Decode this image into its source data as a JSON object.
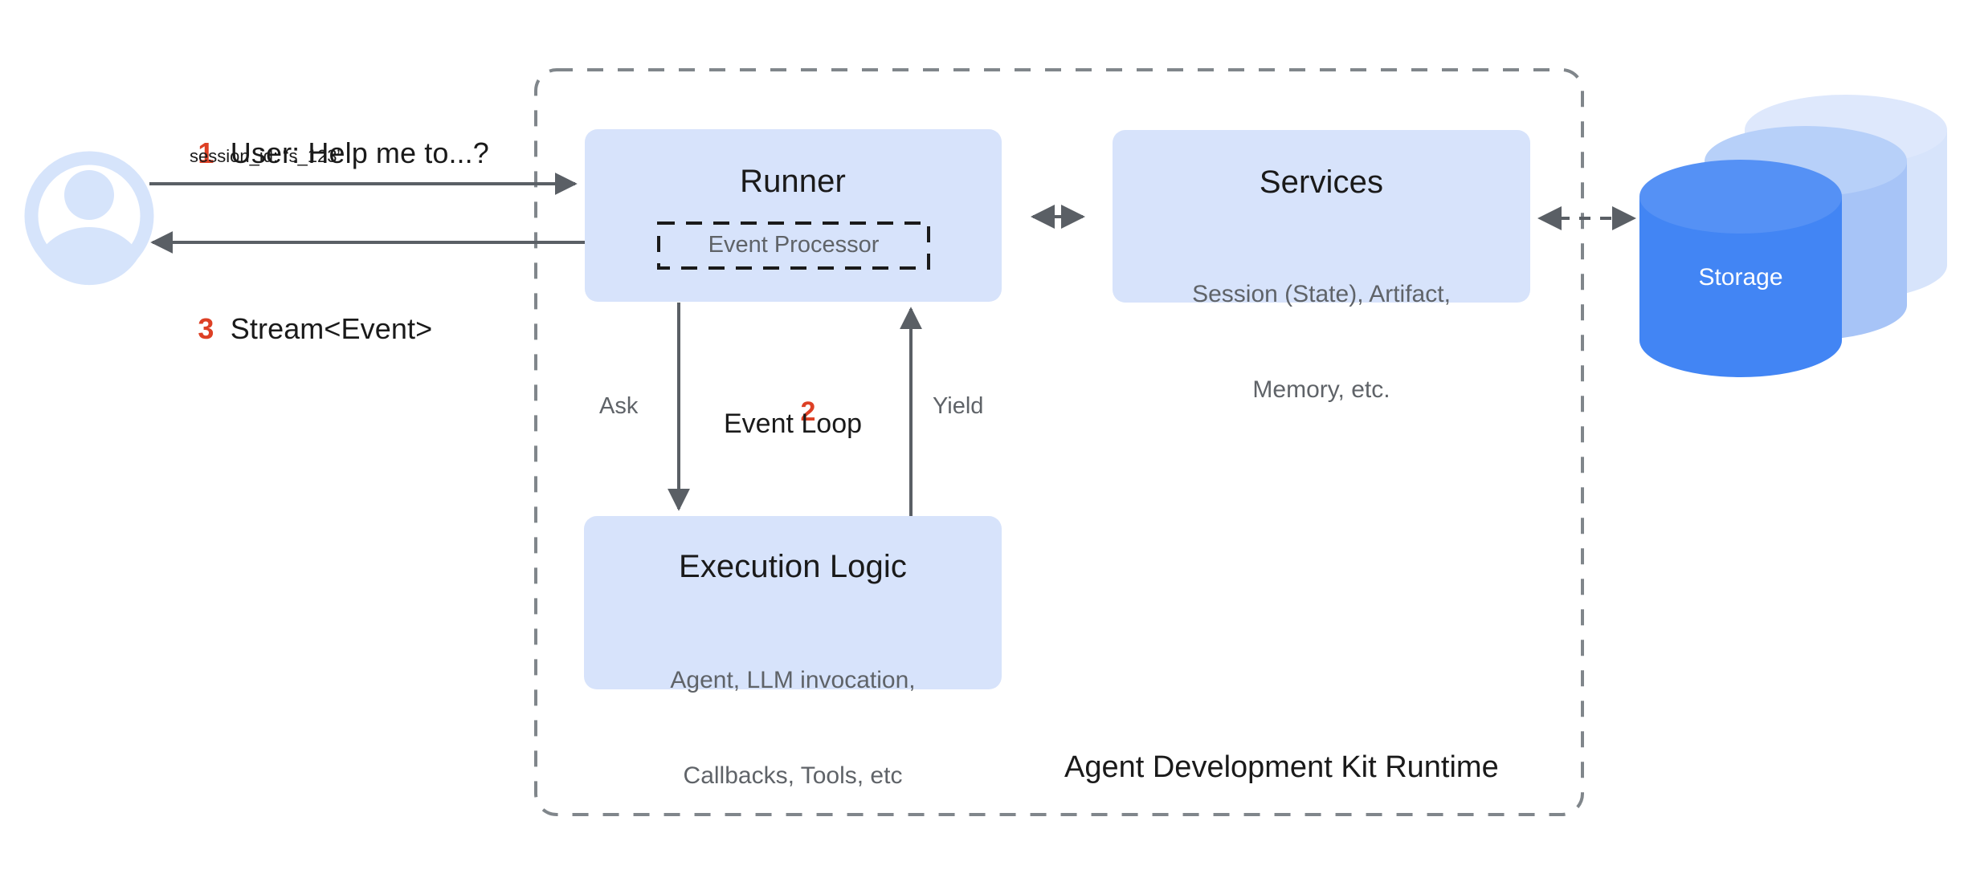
{
  "diagram": {
    "title": "Agent Development Kit Runtime",
    "colors": {
      "box_fill": "#d7e3fb",
      "accent_red": "#dd4025",
      "storage_front": "#4285f4",
      "storage_mid": "#a7c4f7",
      "storage_back": "#d7e4fb",
      "line_gray": "#5f6368",
      "boundary_dash": "#80868b",
      "text_primary": "#1a1a1a",
      "text_secondary": "#5f6368",
      "avatar_blue": "#d6e4fb"
    }
  },
  "actor": {
    "icon": "user-avatar-icon"
  },
  "messages": {
    "request": {
      "step": "1",
      "text": "User: Help me to...?",
      "meta": "session_id: “s_123”"
    },
    "response": {
      "step": "3",
      "text": "Stream<Event>"
    }
  },
  "runtime": {
    "label": "Agent Development Kit Runtime",
    "boundary_style": "dashed"
  },
  "nodes": {
    "runner": {
      "title": "Runner",
      "inner": {
        "label": "Event Processor",
        "border": "dashed"
      }
    },
    "execution_logic": {
      "title": "Execution Logic",
      "subtitle_line1": "Agent, LLM invocation,",
      "subtitle_line2": "Callbacks, Tools, etc"
    },
    "services": {
      "title": "Services",
      "subtitle_line1": "Session (State), Artifact,",
      "subtitle_line2": "Memory, etc."
    },
    "storage": {
      "title": "Storage",
      "shape": "cylinder-stack"
    }
  },
  "edges": {
    "ask": {
      "label": "Ask",
      "direction": "runner-to-execution-logic",
      "style": "solid"
    },
    "yield": {
      "label": "Yield",
      "direction": "execution-logic-to-runner",
      "style": "solid"
    },
    "event_loop": {
      "step": "2",
      "label": "Event Loop"
    },
    "runner_services": {
      "style": "dashed",
      "direction": "bidirectional"
    },
    "services_storage": {
      "style": "dashed",
      "direction": "bidirectional"
    }
  }
}
